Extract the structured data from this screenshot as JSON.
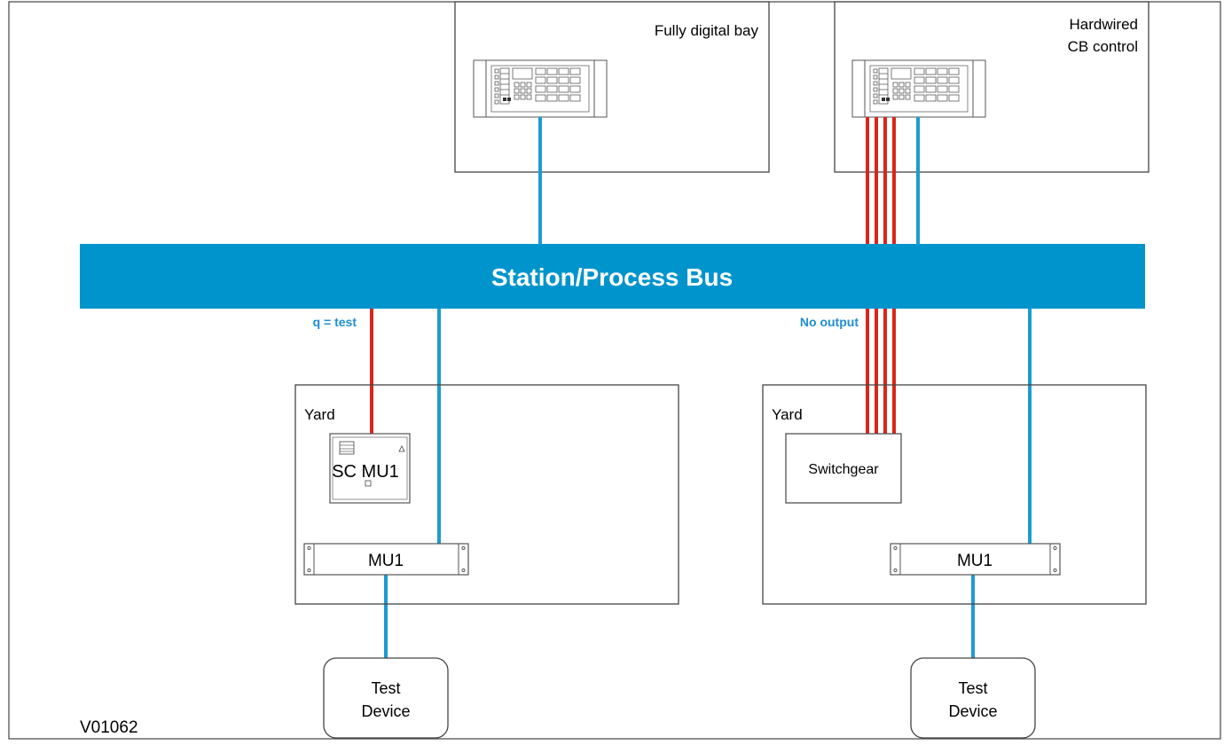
{
  "bus": {
    "label": "Station/Process Bus"
  },
  "bays": {
    "digital": {
      "label": "Fully digital bay"
    },
    "hardwired": {
      "label_line1": "Hardwired",
      "label_line2": "CB control"
    }
  },
  "yards": {
    "left": {
      "label": "Yard",
      "sc_device": "SC MU1",
      "mu": "MU1"
    },
    "right": {
      "label": "Yard",
      "switchgear": "Switchgear",
      "mu": "MU1"
    }
  },
  "links": {
    "left_quality": "q = test",
    "right_quality": "No output"
  },
  "test_devices": {
    "left": {
      "line1": "Test",
      "line2": "Device"
    },
    "right": {
      "line1": "Test",
      "line2": "Device"
    }
  },
  "figure_id": "V01062",
  "colors": {
    "bus": "#0094cc",
    "link": "#1e9bd1",
    "hardwired": "#d9261c",
    "outline": "#333333",
    "label_blue": "#1e8fd0"
  },
  "icons": {
    "ied": "ied-relay-icon",
    "sc_mu": "stand-alone-merging-unit-icon",
    "mu": "rack-merging-unit-icon"
  }
}
